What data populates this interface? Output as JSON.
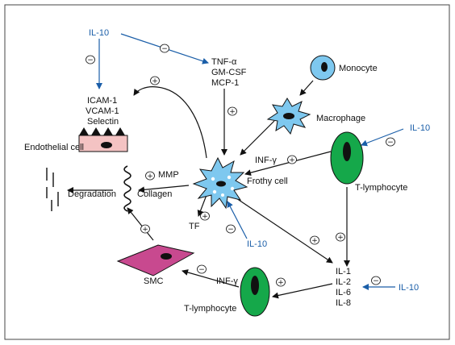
{
  "colors": {
    "blue_arrow": "#1a5ea8",
    "black_arrow": "#111111",
    "cell_blue": "#7ec8ef",
    "lymphocyte_green": "#15a84a",
    "smc_pink": "#c8498f",
    "endothelial_pink": "#f4c3c3",
    "nucleus": "#111111"
  },
  "labels": {
    "il10_top": "IL-10",
    "il10_right": "IL-10",
    "il10_bottom": "IL-10",
    "il10_lower_right": "IL-10",
    "cytokines": [
      "TNF-α",
      "GM-CSF",
      "MCP-1"
    ],
    "adhesion": [
      "ICAM-1",
      "VCAM-1",
      "Selectin"
    ],
    "endothelial_cell": "Endothelial cell",
    "monocyte": "Monocyte",
    "macrophage": "Macrophage",
    "frothy_cell": "Frothy cell",
    "inf_gamma_upper": "INF-γ",
    "inf_gamma_lower": "INF-γ",
    "t_lymphocyte_upper": "T-lymphocyte",
    "t_lymphocyte_lower": "T-lymphocyte",
    "mmp": "MMP",
    "collagen": "Collagen",
    "degradation": "Degradation",
    "tf": "TF",
    "smc": "SMC",
    "interleukins": [
      "IL-1",
      "IL-2",
      "IL-6",
      "IL-8"
    ]
  },
  "signs": {
    "plus": "+",
    "minus": "−"
  }
}
